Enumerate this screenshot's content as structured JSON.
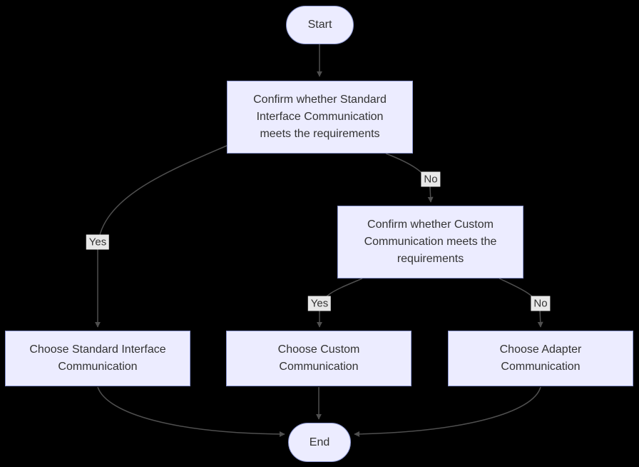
{
  "diagram": {
    "type": "flowchart",
    "direction": "top-down",
    "nodes": {
      "start": {
        "label": "Start",
        "shape": "stadium"
      },
      "confirm_standard": {
        "label": "Confirm whether Standard Interface Communication meets the requirements",
        "shape": "rect"
      },
      "confirm_custom": {
        "label": "Confirm whether Custom Communication meets the requirements",
        "shape": "rect"
      },
      "choose_standard": {
        "label": "Choose Standard Interface Communication",
        "shape": "rect"
      },
      "choose_custom": {
        "label": "Choose Custom Communication",
        "shape": "rect"
      },
      "choose_adapter": {
        "label": "Choose Adapter Communication",
        "shape": "rect"
      },
      "end": {
        "label": "End",
        "shape": "stadium"
      }
    },
    "edge_labels": {
      "yes1": "Yes",
      "no1": "No",
      "yes2": "Yes",
      "no2": "No"
    },
    "edges": [
      {
        "from": "start",
        "to": "confirm_standard",
        "label": ""
      },
      {
        "from": "confirm_standard",
        "to": "choose_standard",
        "label": "Yes"
      },
      {
        "from": "confirm_standard",
        "to": "confirm_custom",
        "label": "No"
      },
      {
        "from": "confirm_custom",
        "to": "choose_custom",
        "label": "Yes"
      },
      {
        "from": "confirm_custom",
        "to": "choose_adapter",
        "label": "No"
      },
      {
        "from": "choose_standard",
        "to": "end",
        "label": ""
      },
      {
        "from": "choose_custom",
        "to": "end",
        "label": ""
      },
      {
        "from": "choose_adapter",
        "to": "end",
        "label": ""
      }
    ],
    "colors": {
      "background": "#000000",
      "node_fill": "#ECECFF",
      "node_border": "#8C97D2",
      "edge_line": "#4f4f4f",
      "edge_label_bg": "#e8e8e8",
      "text": "#333333"
    }
  }
}
